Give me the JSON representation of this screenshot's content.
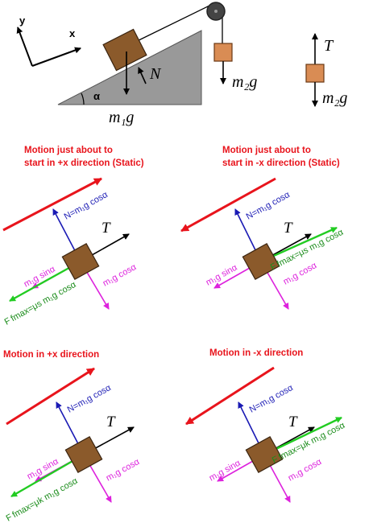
{
  "top": {
    "axis_y": "y",
    "axis_x": "x",
    "alpha": "α",
    "normal": "N",
    "m1g": "m₁g",
    "m2g": "m₂g",
    "tension": "T",
    "m2g_fbd": "m₂g"
  },
  "panels": [
    {
      "title_line1": "Motion just about to",
      "title_line2": "start in +x direction (Static)",
      "normal_label": "N=m₁g cosα",
      "tension_label": "T",
      "sin_label": "m₁g sinα",
      "cos_label": "m₁g cosα",
      "friction_label": "F fmax=μs m₁g cosα"
    },
    {
      "title_line1": "Motion just about to",
      "title_line2": "start in -x direction (Static)",
      "normal_label": "N=m₁g cosα",
      "tension_label": "T",
      "sin_label": "m₁g sinα",
      "cos_label": "m₁g cosα",
      "friction_label": "F fmax=μs m₁g cosα"
    },
    {
      "title_line1": "Motion in +x direction",
      "title_line2": "",
      "normal_label": "N=m₁g cosα",
      "tension_label": "T",
      "sin_label": "m₁g sinα",
      "cos_label": "m₁g cosα",
      "friction_label": "F fmax=μk m₁g cosα"
    },
    {
      "title_line1": "Motion in -x direction",
      "title_line2": "",
      "normal_label": "N=m₁g cosα",
      "tension_label": "T",
      "sin_label": "m₁g sinα",
      "cos_label": "m₁g cosα",
      "friction_label": "F fmax=μk m₁g cosα"
    }
  ],
  "colors": {
    "motion": "#e8141c",
    "normal": "#1a1ab4",
    "weight_components": "#dd22dd",
    "friction": "#22cc22",
    "block": "#8b5a2b",
    "hanging_block": "#d98c54",
    "incline": "#999999"
  }
}
